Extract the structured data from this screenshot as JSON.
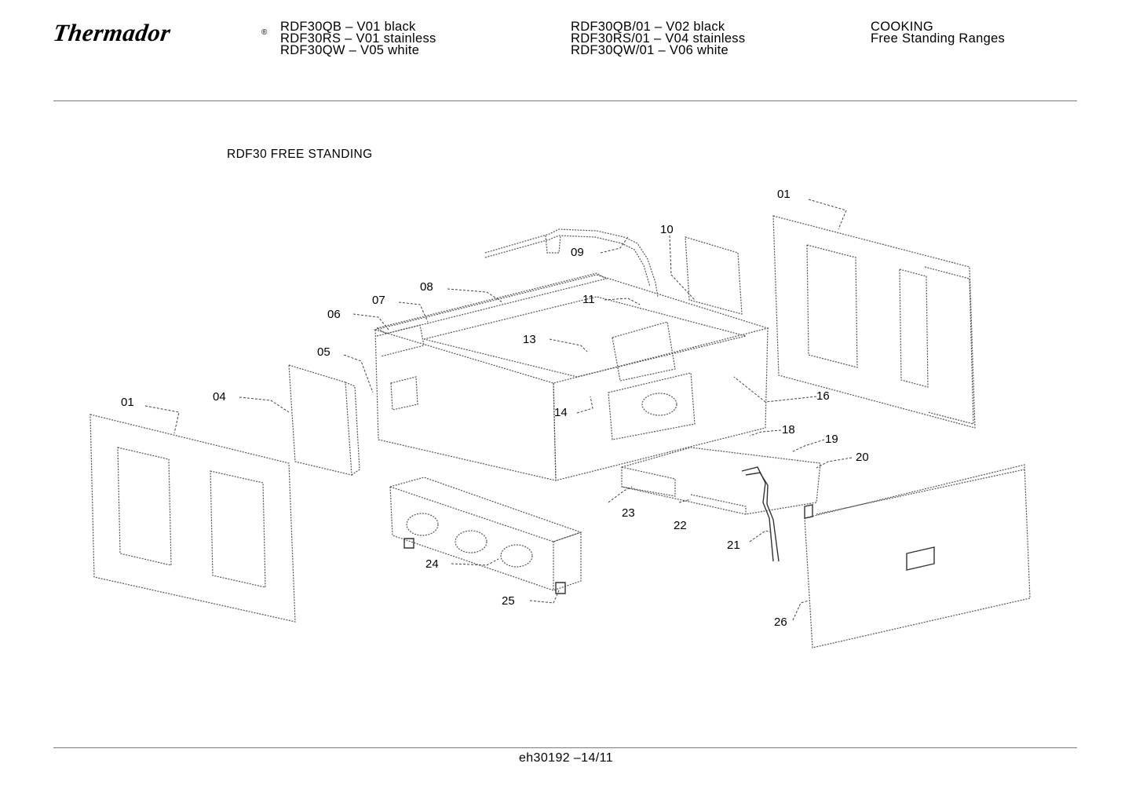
{
  "header": {
    "brand": "Thermador",
    "brand_mark": "®",
    "models_col1": [
      "RDF30QB – V01 black",
      "RDF30RS – V01 stainless",
      "RDF30QW – V05 white"
    ],
    "models_col2": [
      "RDF30QB/01 – V02 black",
      "RDF30RS/01 – V04 stainless",
      "RDF30QW/01 – V06 white"
    ],
    "category": [
      "COOKING",
      "Free Standing Ranges"
    ]
  },
  "diagram": {
    "title": "RDF30 FREE STANDING",
    "callouts": [
      "01",
      "09",
      "10",
      "08",
      "07",
      "11",
      "06",
      "13",
      "05",
      "16",
      "14",
      "04",
      "01",
      "18",
      "19",
      "20",
      "23",
      "22",
      "21",
      "24",
      "25",
      "26"
    ]
  },
  "footer": {
    "code": "eh30192 –14/11"
  }
}
